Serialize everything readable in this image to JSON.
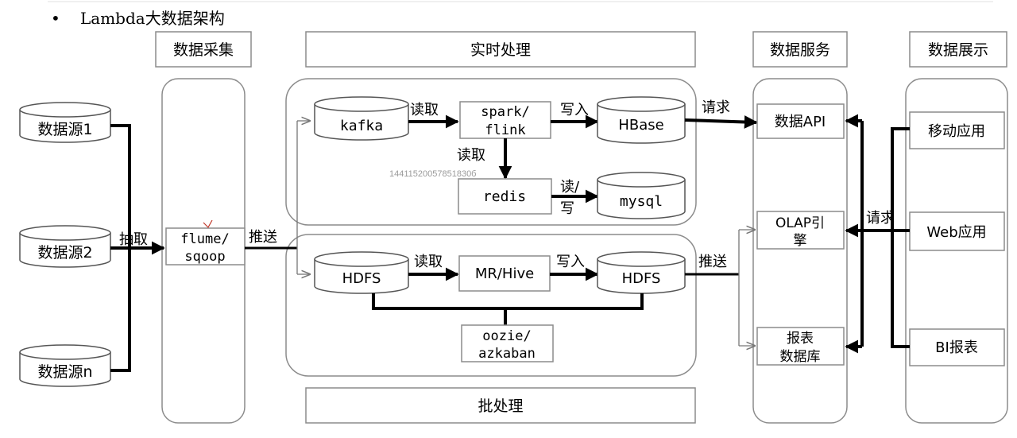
{
  "page": {
    "bullet": "•",
    "title": "Lambda大数据架构",
    "watermark": "14411520057851830б"
  },
  "headers": {
    "collect": "数据采集",
    "realtime": "实时处理",
    "service": "数据服务",
    "display": "数据展示",
    "batch": "批处理"
  },
  "sources": [
    "数据源1",
    "数据源2",
    "数据源n"
  ],
  "collector": {
    "line1": "flume/",
    "line2": "sqoop"
  },
  "realtime": {
    "kafka": "kafka",
    "spark_line1": "spark/",
    "spark_line2": "flink",
    "hbase": "HBase",
    "redis": "redis",
    "mysql": "mysql"
  },
  "batch": {
    "hdfs_in": "HDFS",
    "mrhive": "MR/Hive",
    "hdfs_out": "HDFS",
    "oozie_line1": "oozie/",
    "oozie_line2": "azkaban"
  },
  "service": {
    "api": "数据API",
    "olap_line1": "OLAP引",
    "olap_line2": "擎",
    "report_line1": "报表",
    "report_line2": "数据库"
  },
  "display": {
    "mobile": "移动应用",
    "web": "Web应用",
    "bi": "BI报表"
  },
  "edge_labels": {
    "pull": "抽取",
    "push": "推送",
    "read1": "读取",
    "write1": "写入",
    "read2": "读取",
    "rw_line1": "读/",
    "rw_line2": "写",
    "request1": "请求",
    "read3": "读取",
    "write2": "写入",
    "push2": "推送",
    "request2": "请求"
  },
  "colors": {
    "line": "#000000",
    "box_border": "#8c8c8c",
    "box_fill": "#ffffff",
    "watermark": "#9a9a9a",
    "cursor_mark": "#c0392b"
  }
}
